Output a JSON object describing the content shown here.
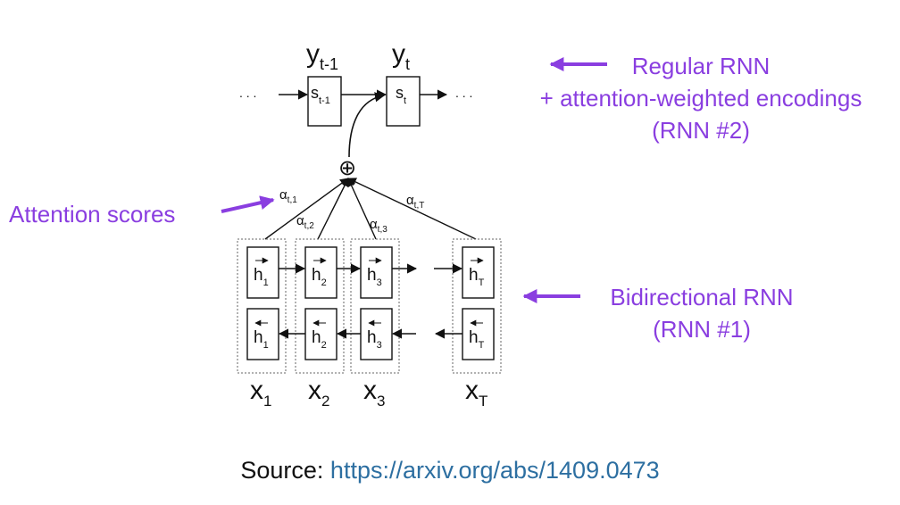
{
  "annotations": {
    "regular_rnn": [
      "Regular RNN",
      "+ attention-weighted encodings",
      "(RNN #2)"
    ],
    "attention_scores": "Attention scores",
    "bidirectional": [
      "Bidirectional RNN",
      "(RNN #1)"
    ]
  },
  "decoder": {
    "outputs": [
      {
        "base": "y",
        "sub": "t-1"
      },
      {
        "base": "y",
        "sub": "t"
      }
    ],
    "states": [
      {
        "base": "s",
        "sub": "t-1"
      },
      {
        "base": "s",
        "sub": "t"
      }
    ],
    "ellipsis": ". . ."
  },
  "combine_symbol": "⊕",
  "weights": [
    {
      "base": "α",
      "sub": "t,1"
    },
    {
      "base": "α",
      "sub": "t,2"
    },
    {
      "base": "α",
      "sub": "t,3"
    },
    {
      "base": "α",
      "sub": "t,T"
    }
  ],
  "encoder": {
    "columns": [
      {
        "h": "h",
        "sub": "1"
      },
      {
        "h": "h",
        "sub": "2"
      },
      {
        "h": "h",
        "sub": "3"
      },
      {
        "h": "h",
        "sub": "T"
      }
    ],
    "inputs": [
      {
        "base": "x",
        "sub": "1"
      },
      {
        "base": "x",
        "sub": "2"
      },
      {
        "base": "x",
        "sub": "3"
      },
      {
        "base": "x",
        "sub": "T"
      }
    ]
  },
  "source": {
    "label": "Source:",
    "url": "https://arxiv.org/abs/1409.0473"
  },
  "colors": {
    "annotation": "#8a3ee0",
    "link": "#2d6fa1",
    "ink": "#111111"
  }
}
